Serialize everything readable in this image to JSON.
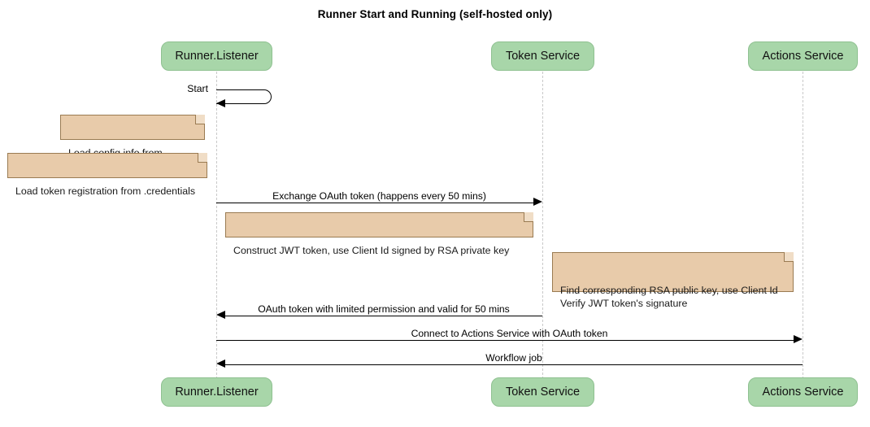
{
  "diagram": {
    "title": "Runner Start and Running (self-hosted only)",
    "type": "sequence-diagram"
  },
  "participants": [
    {
      "id": "runner",
      "label": "Runner.Listener"
    },
    {
      "id": "token",
      "label": "Token Service"
    },
    {
      "id": "actions",
      "label": "Actions Service"
    }
  ],
  "notes": [
    {
      "id": "note-config",
      "text": "Load config info from .runner"
    },
    {
      "id": "note-credentials",
      "text": "Load token registration from .credentials"
    },
    {
      "id": "note-jwt",
      "text": "Construct JWT token, use Client Id signed by RSA private key"
    },
    {
      "id": "note-verify",
      "text": "Find corresponding RSA public key, use Client Id\nVerify JWT token's signature"
    }
  ],
  "messages": [
    {
      "id": "msg-start",
      "label": "Start",
      "from": "runner",
      "to": "runner",
      "direction": "self"
    },
    {
      "id": "msg-exchange",
      "label": "Exchange OAuth token (happens every 50 mins)",
      "from": "runner",
      "to": "token",
      "direction": "right"
    },
    {
      "id": "msg-oauth",
      "label": "OAuth token with limited permission and valid for 50 mins",
      "from": "token",
      "to": "runner",
      "direction": "left"
    },
    {
      "id": "msg-connect",
      "label": "Connect to Actions Service with OAuth token",
      "from": "runner",
      "to": "actions",
      "direction": "right"
    },
    {
      "id": "msg-workflow",
      "label": "Workflow job",
      "from": "actions",
      "to": "runner",
      "direction": "left"
    }
  ],
  "colors": {
    "participant_fill": "#a8d6a9",
    "participant_border": "#8fc191",
    "note_fill": "#e8cbaa",
    "note_border": "#9a7b52",
    "lifeline": "#c9c9c9",
    "message": "#000000",
    "background": "#ffffff"
  }
}
